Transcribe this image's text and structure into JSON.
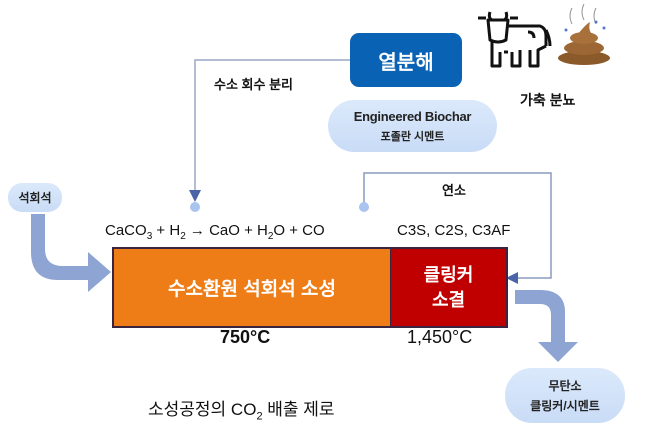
{
  "pyrolysis": {
    "label": "열분해"
  },
  "hydrogen_recovery": {
    "label": "수소 회수 분리"
  },
  "biochar": {
    "line1": "Engineered Biochar",
    "line2": "포졸란 시멘트"
  },
  "livestock": {
    "label": "가축 분뇨",
    "icons": [
      "cow-icon",
      "manure-icon"
    ]
  },
  "combustion": {
    "label": "연소"
  },
  "limestone": {
    "label": "석회석"
  },
  "equation": {
    "caco": "CaCO",
    "sub3": "3",
    "plus_h": " + H",
    "sub2": "2",
    "arrow_cao": " → CaO + H",
    "sub2b": "2",
    "o_co": "O + CO"
  },
  "clinker_phases": {
    "label": "C3S, C2S, C3AF"
  },
  "kiln": {
    "calcination": "수소환원 석회석 소성",
    "clinker_line1": "클링커",
    "clinker_line2": "소결"
  },
  "temps": {
    "calcination": "750°C",
    "clinker": "1,450°C"
  },
  "output": {
    "line1": "무탄소",
    "line2": "클링커/시멘트"
  },
  "caption": {
    "pre": "소성공정의 CO",
    "sub": "2",
    "post": " 배출 제로"
  },
  "colors": {
    "pyrolysis": "#0a62b4",
    "calcination": "#ee7d17",
    "clinker": "#c00000",
    "arrow": "#8ea4d2",
    "line": "#8a9bbf"
  }
}
